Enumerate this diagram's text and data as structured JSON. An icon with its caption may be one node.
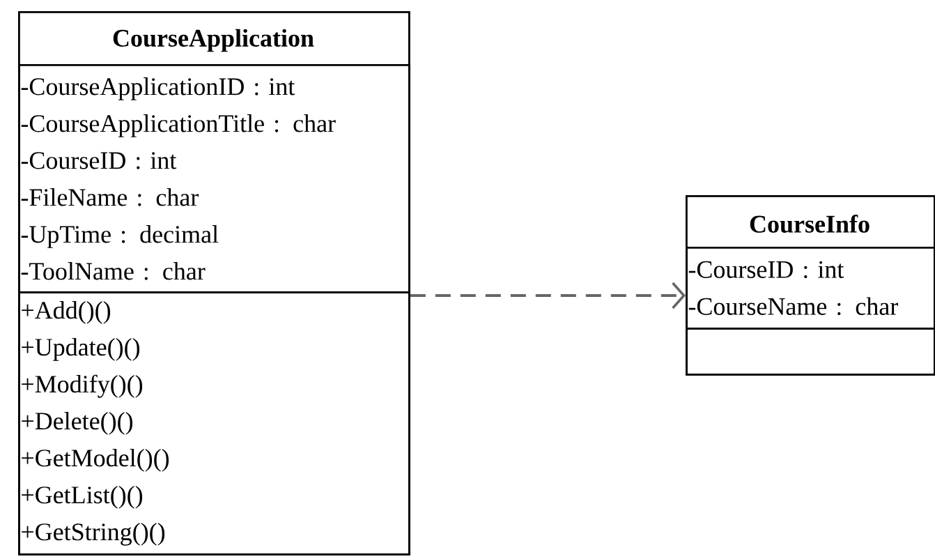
{
  "diagram": {
    "nodes": [
      {
        "text": [
          "CourseApplication"
        ]
      },
      {
        "text": [
          "-CourseApplicationID : int",
          "-CourseApplicationTitle : char",
          "-CourseID : int",
          "-FileName : char",
          "-UpTime : decimal",
          "-ToolName : char"
        ],
        "in": 0
      },
      {
        "text": [
          "+Add()()",
          "+Update()()",
          "+Modify()()",
          "+Delete()()",
          "+GetModel()()",
          "+GetList()()",
          "+GetString()()"
        ],
        "in": 0
      },
      {
        "text": [
          "CourseInfo"
        ]
      },
      {
        "text": [
          "-CourseID : int",
          "-CourseName : char"
        ],
        "in": 3
      },
      {
        "text": [],
        "shape": "box",
        "in": 3
      }
    ],
    "edges": [
      {
        "from": 0,
        "to": 3,
        "arrow": "to",
        "style": "dashed"
      }
    ]
  }
}
